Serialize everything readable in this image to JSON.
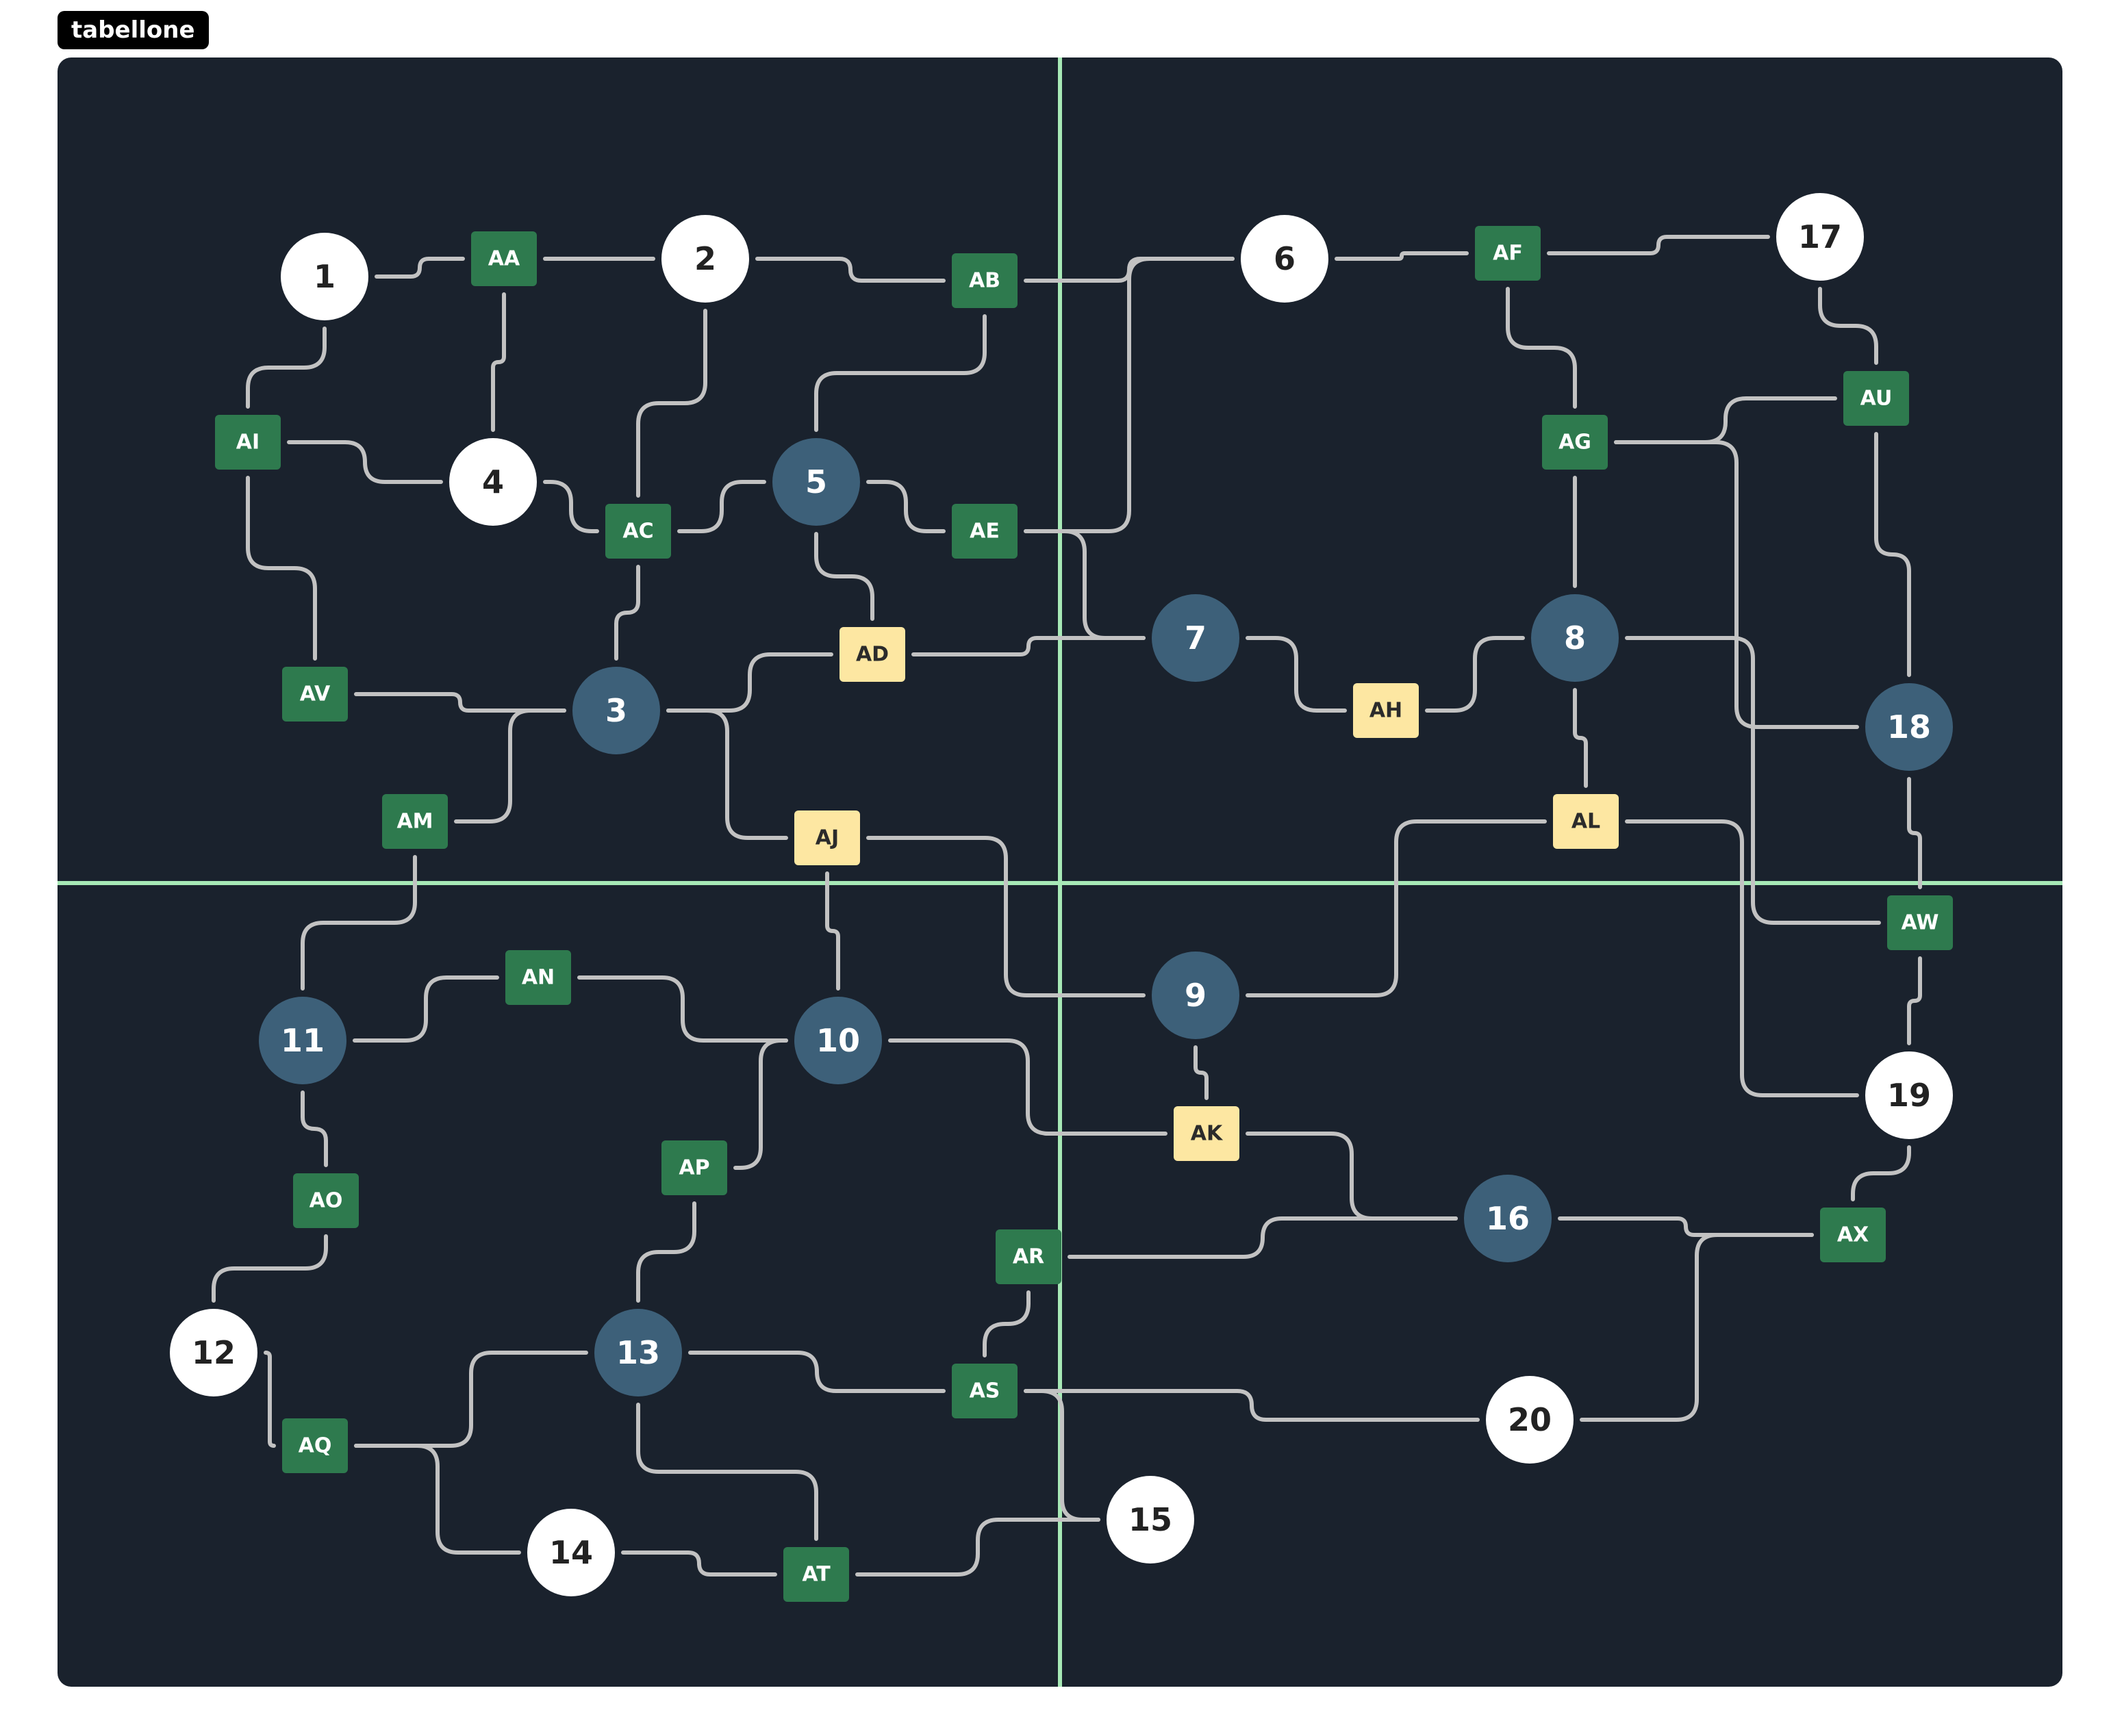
{
  "title": "tabellone",
  "colors": {
    "board": "#1a222d",
    "divider": "#a7e9b6",
    "edge": "#c2c2c2",
    "circle_white": "#ffffff",
    "circle_blue": "#3d6079",
    "square_green": "#2e7a4e",
    "square_yellow": "#fde7a2"
  },
  "nodes": [
    {
      "id": "1",
      "kind": "circle",
      "style": "white"
    },
    {
      "id": "2",
      "kind": "circle",
      "style": "white"
    },
    {
      "id": "3",
      "kind": "circle",
      "style": "blue"
    },
    {
      "id": "4",
      "kind": "circle",
      "style": "white"
    },
    {
      "id": "5",
      "kind": "circle",
      "style": "blue"
    },
    {
      "id": "6",
      "kind": "circle",
      "style": "white"
    },
    {
      "id": "7",
      "kind": "circle",
      "style": "blue"
    },
    {
      "id": "8",
      "kind": "circle",
      "style": "blue"
    },
    {
      "id": "9",
      "kind": "circle",
      "style": "blue"
    },
    {
      "id": "10",
      "kind": "circle",
      "style": "blue"
    },
    {
      "id": "11",
      "kind": "circle",
      "style": "blue"
    },
    {
      "id": "12",
      "kind": "circle",
      "style": "white"
    },
    {
      "id": "13",
      "kind": "circle",
      "style": "blue"
    },
    {
      "id": "14",
      "kind": "circle",
      "style": "white"
    },
    {
      "id": "15",
      "kind": "circle",
      "style": "white"
    },
    {
      "id": "16",
      "kind": "circle",
      "style": "blue"
    },
    {
      "id": "17",
      "kind": "circle",
      "style": "white"
    },
    {
      "id": "18",
      "kind": "circle",
      "style": "blue"
    },
    {
      "id": "19",
      "kind": "circle",
      "style": "white"
    },
    {
      "id": "20",
      "kind": "circle",
      "style": "white"
    },
    {
      "id": "AA",
      "kind": "square",
      "style": "green"
    },
    {
      "id": "AB",
      "kind": "square",
      "style": "green"
    },
    {
      "id": "AC",
      "kind": "square",
      "style": "green"
    },
    {
      "id": "AD",
      "kind": "square",
      "style": "yellow"
    },
    {
      "id": "AE",
      "kind": "square",
      "style": "green"
    },
    {
      "id": "AF",
      "kind": "square",
      "style": "green"
    },
    {
      "id": "AG",
      "kind": "square",
      "style": "green"
    },
    {
      "id": "AH",
      "kind": "square",
      "style": "yellow"
    },
    {
      "id": "AI",
      "kind": "square",
      "style": "green"
    },
    {
      "id": "AJ",
      "kind": "square",
      "style": "yellow"
    },
    {
      "id": "AK",
      "kind": "square",
      "style": "yellow"
    },
    {
      "id": "AL",
      "kind": "square",
      "style": "yellow"
    },
    {
      "id": "AM",
      "kind": "square",
      "style": "green"
    },
    {
      "id": "AN",
      "kind": "square",
      "style": "green"
    },
    {
      "id": "AO",
      "kind": "square",
      "style": "green"
    },
    {
      "id": "AP",
      "kind": "square",
      "style": "green"
    },
    {
      "id": "AQ",
      "kind": "square",
      "style": "green"
    },
    {
      "id": "AR",
      "kind": "square",
      "style": "green"
    },
    {
      "id": "AS",
      "kind": "square",
      "style": "green"
    },
    {
      "id": "AT",
      "kind": "square",
      "style": "green"
    },
    {
      "id": "AU",
      "kind": "square",
      "style": "green"
    },
    {
      "id": "AV",
      "kind": "square",
      "style": "green"
    },
    {
      "id": "AW",
      "kind": "square",
      "style": "green"
    },
    {
      "id": "AX",
      "kind": "square",
      "style": "green"
    }
  ],
  "edges": [
    [
      "1",
      "AA"
    ],
    [
      "AA",
      "2"
    ],
    [
      "AA",
      "4"
    ],
    [
      "1",
      "AI"
    ],
    [
      "AI",
      "4"
    ],
    [
      "AI",
      "AV"
    ],
    [
      "2",
      "AB"
    ],
    [
      "2",
      "AC"
    ],
    [
      "AB",
      "6"
    ],
    [
      "AB",
      "5"
    ],
    [
      "4",
      "AC"
    ],
    [
      "AC",
      "5"
    ],
    [
      "AC",
      "3"
    ],
    [
      "5",
      "AE"
    ],
    [
      "5",
      "AD"
    ],
    [
      "6",
      "AE"
    ],
    [
      "6",
      "AF"
    ],
    [
      "AF",
      "17"
    ],
    [
      "AF",
      "AG"
    ],
    [
      "17",
      "AU"
    ],
    [
      "AG",
      "AU"
    ],
    [
      "AG",
      "18"
    ],
    [
      "AG",
      "8"
    ],
    [
      "AE",
      "7"
    ],
    [
      "AV",
      "3"
    ],
    [
      "3",
      "AD"
    ],
    [
      "AD",
      "7"
    ],
    [
      "7",
      "AH"
    ],
    [
      "AH",
      "8"
    ],
    [
      "8",
      "AL"
    ],
    [
      "8",
      "AW"
    ],
    [
      "AU",
      "18"
    ],
    [
      "18",
      "AW"
    ],
    [
      "3",
      "AM"
    ],
    [
      "3",
      "AJ"
    ],
    [
      "AJ",
      "9"
    ],
    [
      "AJ",
      "10"
    ],
    [
      "AL",
      "9"
    ],
    [
      "AL",
      "19"
    ],
    [
      "AW",
      "19"
    ],
    [
      "AM",
      "11"
    ],
    [
      "11",
      "AN"
    ],
    [
      "AN",
      "10"
    ],
    [
      "11",
      "AO"
    ],
    [
      "10",
      "AP"
    ],
    [
      "10",
      "AK"
    ],
    [
      "9",
      "AK"
    ],
    [
      "AK",
      "16"
    ],
    [
      "19",
      "AX"
    ],
    [
      "16",
      "AX"
    ],
    [
      "AR",
      "16"
    ],
    [
      "AO",
      "12"
    ],
    [
      "AP",
      "13"
    ],
    [
      "12",
      "AQ"
    ],
    [
      "AQ",
      "13"
    ],
    [
      "13",
      "AS"
    ],
    [
      "AR",
      "AS"
    ],
    [
      "AS",
      "20"
    ],
    [
      "AX",
      "20"
    ],
    [
      "AQ",
      "14"
    ],
    [
      "13",
      "AT"
    ],
    [
      "AS",
      "15"
    ],
    [
      "14",
      "AT"
    ],
    [
      "AT",
      "15"
    ]
  ]
}
